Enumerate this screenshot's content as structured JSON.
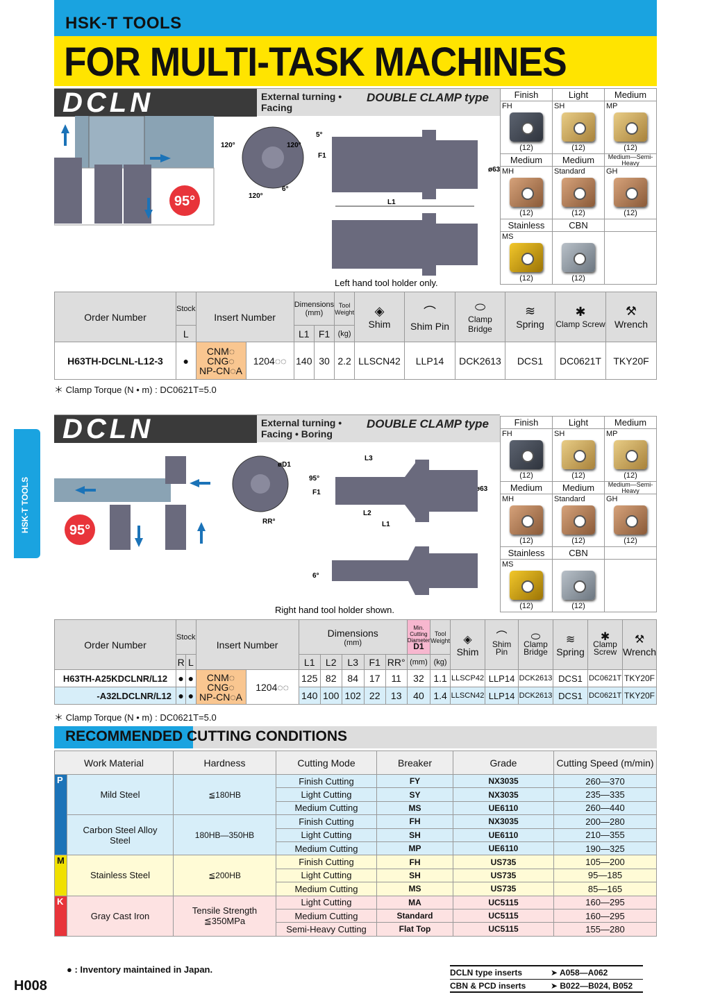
{
  "header": {
    "line1": "HSK-T TOOLS",
    "line2": "FOR MULTI-TASK MACHINES"
  },
  "side_tab": "HSK-T TOOLS",
  "insert_grid": [
    {
      "label": "Finish",
      "code": "FH",
      "qty": "(12)",
      "color": "dark"
    },
    {
      "label": "Light",
      "code": "SH",
      "qty": "(12)",
      "color": "gold"
    },
    {
      "label": "Medium",
      "code": "MP",
      "qty": "(12)",
      "color": "gold"
    },
    {
      "label": "Medium",
      "code": "MH",
      "qty": "(12)",
      "color": "bronze"
    },
    {
      "label": "Medium",
      "code": "Standard",
      "qty": "(12)",
      "color": "bronze"
    },
    {
      "label": "Medium—Semi-Heavy",
      "code": "GH",
      "qty": "(12)",
      "color": "bronze"
    },
    {
      "label": "Stainless",
      "code": "MS",
      "qty": "(12)",
      "color": "yel"
    },
    {
      "label": "CBN",
      "code": "",
      "qty": "(12)",
      "color": "grey"
    },
    {
      "label": "",
      "code": "",
      "qty": "",
      "color": ""
    }
  ],
  "section1": {
    "name": "DCLN",
    "desc1": "External turning •",
    "desc2": "Facing",
    "type": "DOUBLE CLAMP type",
    "angle": "95°",
    "diagram_labels": [
      "120°",
      "120°",
      "120°",
      "5°",
      "F1",
      "L1",
      "ø63",
      "6°"
    ],
    "caption": "Left hand tool holder only.",
    "headers": {
      "order": "Order Number",
      "stock": "Stock",
      "stock_sub": "L",
      "insert": "Insert Number",
      "dims": "Dimensions",
      "dims_unit": "(mm)",
      "l1": "L1",
      "f1": "F1",
      "weight": "Tool Weight",
      "weight_unit": "(kg)",
      "shim": "Shim",
      "shim_pin": "Shim Pin",
      "clamp_bridge": "Clamp Bridge",
      "spring": "Spring",
      "clamp_screw": "Clamp Screw",
      "wrench": "Wrench"
    },
    "rows": [
      {
        "order": "H63TH-DCLNL-L12-3",
        "stock": "●",
        "insert_a": "CNM◌",
        "insert_b": "CNG◌",
        "insert_c": "NP-CN◌A",
        "insert_num": "1204◌◌",
        "l1": "140",
        "f1": "30",
        "weight": "2.2",
        "shim": "LLSCN42",
        "shim_pin": "LLP14",
        "clamp_bridge": "DCK2613",
        "spring": "DCS1",
        "clamp_screw": "DC0621T",
        "wrench": "TKY20F"
      }
    ],
    "note": "＊ Clamp Torque (N • m) : DC0621T=5.0"
  },
  "section2": {
    "name": "DCLN",
    "desc1": "External turning •",
    "desc2": "Facing • Boring",
    "type": "DOUBLE CLAMP type",
    "angle": "95°",
    "diagram_labels": [
      "øD1",
      "RR°",
      "L3",
      "95°",
      "F1",
      "L2",
      "L1",
      "ø63",
      "6°"
    ],
    "caption": "Right hand tool holder shown.",
    "headers": {
      "order": "Order Number",
      "stock": "Stock",
      "r": "R",
      "l": "L",
      "insert": "Insert Number",
      "dims": "Dimensions",
      "dims_unit": "(mm)",
      "l1": "L1",
      "l2": "L2",
      "l3": "L3",
      "f1": "F1",
      "rr": "RR°",
      "min_cut": "Min. Cutting Diameter",
      "d1": "D1",
      "d1_unit": "(mm)",
      "weight": "Tool Weight",
      "weight_unit": "(kg)",
      "shim": "Shim",
      "shim_pin": "Shim Pin",
      "clamp_bridge": "Clamp Bridge",
      "spring": "Spring",
      "clamp_screw": "Clamp Screw",
      "wrench": "Wrench"
    },
    "rows": [
      {
        "order": "H63TH-A25KDCLNR/L12",
        "r": "●",
        "l": "●",
        "l1": "125",
        "l2": "82",
        "l3": "84",
        "f1": "17",
        "rr": "11",
        "d1": "32",
        "weight": "1.1",
        "shim": "LLSCP42",
        "shim_pin": "LLP14",
        "clamp_bridge": "DCK2613",
        "spring": "DCS1",
        "clamp_screw": "DC0621T",
        "wrench": "TKY20F"
      },
      {
        "order": "-A32LDCLNR/L12",
        "r": "●",
        "l": "●",
        "l1": "140",
        "l2": "100",
        "l3": "102",
        "f1": "22",
        "rr": "13",
        "d1": "40",
        "weight": "1.4",
        "shim": "LLSCN42",
        "shim_pin": "LLP14",
        "clamp_bridge": "DCK2613",
        "spring": "DCS1",
        "clamp_screw": "DC0621T",
        "wrench": "TKY20F"
      }
    ],
    "insert_a": "CNM◌",
    "insert_b": "CNG◌",
    "insert_c": "NP-CN◌A",
    "insert_num": "1204◌◌",
    "note": "＊ Clamp Torque (N • m) : DC0621T=5.0"
  },
  "cutting": {
    "title": "RECOMMENDED CUTTING CONDITIONS",
    "headers": [
      "Work Material",
      "Hardness",
      "Cutting Mode",
      "Breaker",
      "Grade",
      "Cutting Speed (m/min)"
    ],
    "groups": [
      {
        "letter": "P",
        "materials": [
          {
            "name": "Mild Steel",
            "hardness": "≦180HB",
            "rows": [
              [
                "Finish Cutting",
                "FY",
                "NX3035",
                "260—370"
              ],
              [
                "Light Cutting",
                "SY",
                "NX3035",
                "235—335"
              ],
              [
                "Medium Cutting",
                "MS",
                "UE6110",
                "260—440"
              ]
            ]
          },
          {
            "name": "Carbon Steel Alloy Steel",
            "hardness": "180HB—350HB",
            "rows": [
              [
                "Finish Cutting",
                "FH",
                "NX3035",
                "200—280"
              ],
              [
                "Light Cutting",
                "SH",
                "UE6110",
                "210—355"
              ],
              [
                "Medium Cutting",
                "MP",
                "UE6110",
                "190—325"
              ]
            ]
          }
        ]
      },
      {
        "letter": "M",
        "materials": [
          {
            "name": "Stainless Steel",
            "hardness": "≦200HB",
            "rows": [
              [
                "Finish Cutting",
                "FH",
                "US735",
                "105—200"
              ],
              [
                "Light Cutting",
                "SH",
                "US735",
                "95—185"
              ],
              [
                "Medium Cutting",
                "MS",
                "US735",
                "85—165"
              ]
            ]
          }
        ]
      },
      {
        "letter": "K",
        "materials": [
          {
            "name": "Gray Cast Iron",
            "hardness": "Tensile Strength ≦350MPa",
            "rows": [
              [
                "Light Cutting",
                "MA",
                "UC5115",
                "160—295"
              ],
              [
                "Medium Cutting",
                "Standard",
                "UC5115",
                "160—295"
              ],
              [
                "Semi-Heavy Cutting",
                "Flat Top",
                "UC5115",
                "155—280"
              ]
            ]
          }
        ]
      }
    ]
  },
  "footer": {
    "legend": "● : Inventory maintained in Japan.",
    "page": "H008",
    "refs": [
      {
        "label": "DCLN type inserts",
        "pages": "➤ A058—A062"
      },
      {
        "label": "CBN & PCD inserts",
        "pages": "➤ B022—B024, B052"
      }
    ]
  }
}
